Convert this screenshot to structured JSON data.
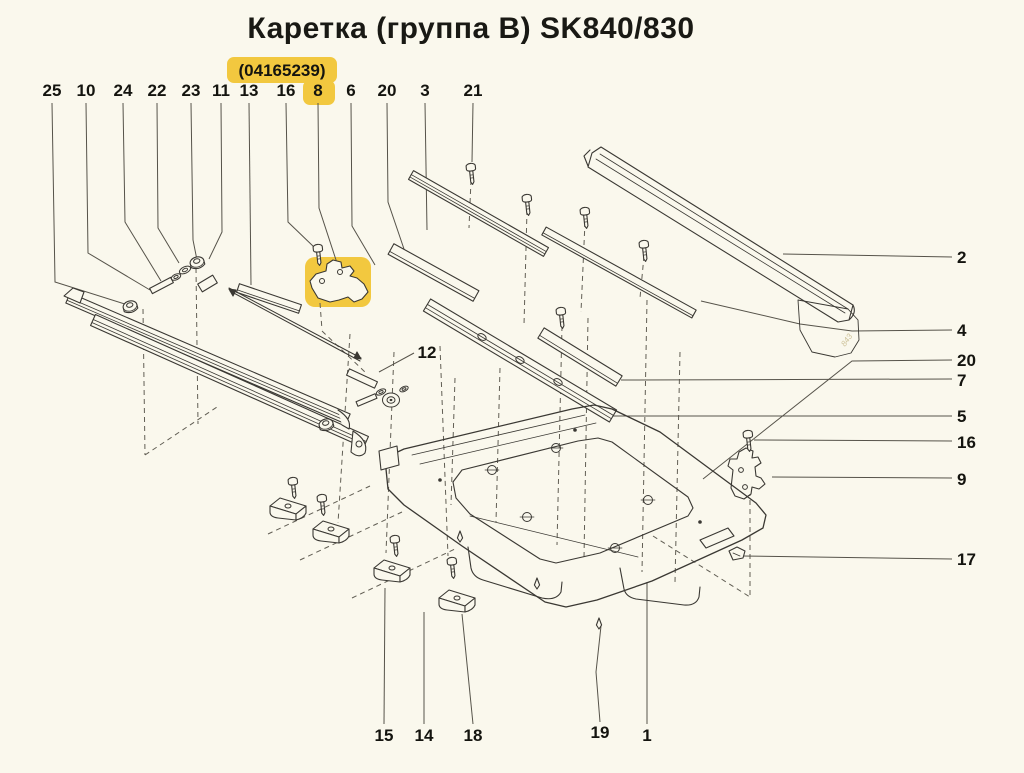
{
  "title": "Каретка (группа B) SK840/830",
  "selected_part": {
    "code": "(04165239)",
    "label": "8",
    "highlight_color": "#f2c83f"
  },
  "labels": {
    "top": [
      "25",
      "10",
      "24",
      "22",
      "23",
      "11",
      "13",
      "16",
      "8",
      "6",
      "20",
      "3",
      "21"
    ],
    "right": [
      "2",
      "4",
      "20",
      "7",
      "5",
      "16",
      "9",
      "17"
    ],
    "bottom": [
      "15",
      "14",
      "18",
      "19",
      "1"
    ],
    "floating": [
      "12"
    ]
  },
  "colors": {
    "background": "#faf8ed",
    "ink": "#3a3833",
    "leader": "#56534a",
    "highlight": "#f2c83f"
  }
}
